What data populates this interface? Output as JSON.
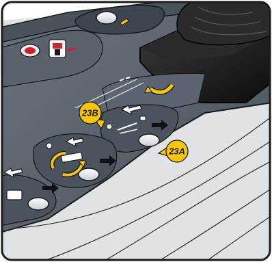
{
  "diagram": {
    "callouts": [
      {
        "id": "23B",
        "label": "23B"
      },
      {
        "id": "23A",
        "label": "23A"
      }
    ],
    "colors": {
      "panel_dark": "#3d4550",
      "panel_mid": "#5a6470",
      "panel_light": "#8c96a0",
      "console_body": "#d4d8dc",
      "frame": "#1a1a1a",
      "callout_yellow": "#f7c600",
      "button_white": "#f4f4f4",
      "joystick_black": "#1c1c1c",
      "arrow_black": "#111111",
      "arrow_white": "#ffffff",
      "warning_red": "#d4202c"
    },
    "icons": [
      "joystick",
      "control-buttons",
      "direction-arrows",
      "curved-arrow",
      "seat-switch-icon",
      "indicator-led"
    ]
  }
}
